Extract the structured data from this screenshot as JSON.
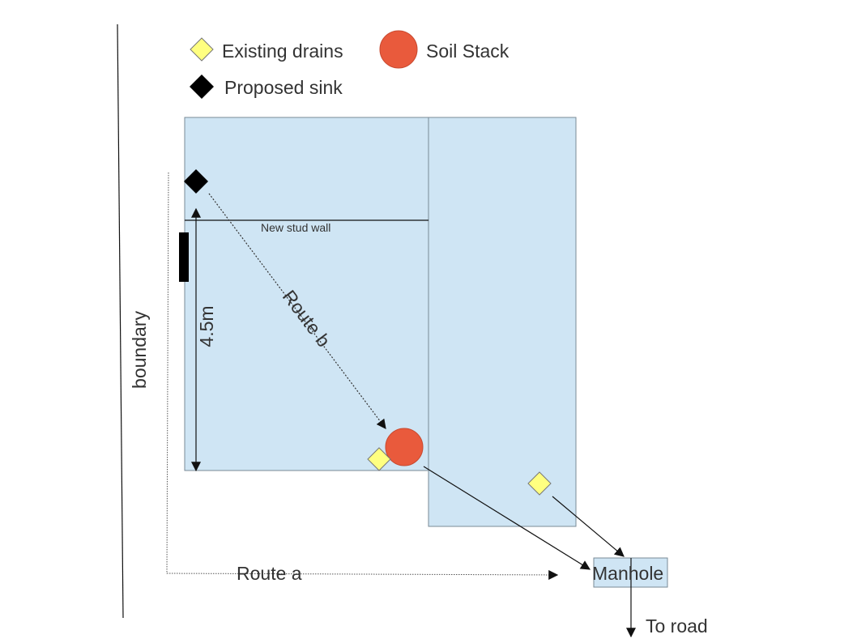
{
  "legend": {
    "existing_drains": "Existing drains",
    "soil_stack": "Soil Stack",
    "proposed_sink": "Proposed sink"
  },
  "labels": {
    "boundary": "boundary",
    "new_stud_wall": "New stud wall",
    "dimension": "4.5m",
    "route_a": "Route a",
    "route_b": "Route b",
    "manhole": "Manhole",
    "to_road": "To road"
  },
  "colors": {
    "building": "#cfe5f4",
    "building_edge": "#7a8a96",
    "existing_drain": "#ffff80",
    "soil_stack": "#e95a3c",
    "proposed_sink": "#000000",
    "line": "#111111"
  }
}
